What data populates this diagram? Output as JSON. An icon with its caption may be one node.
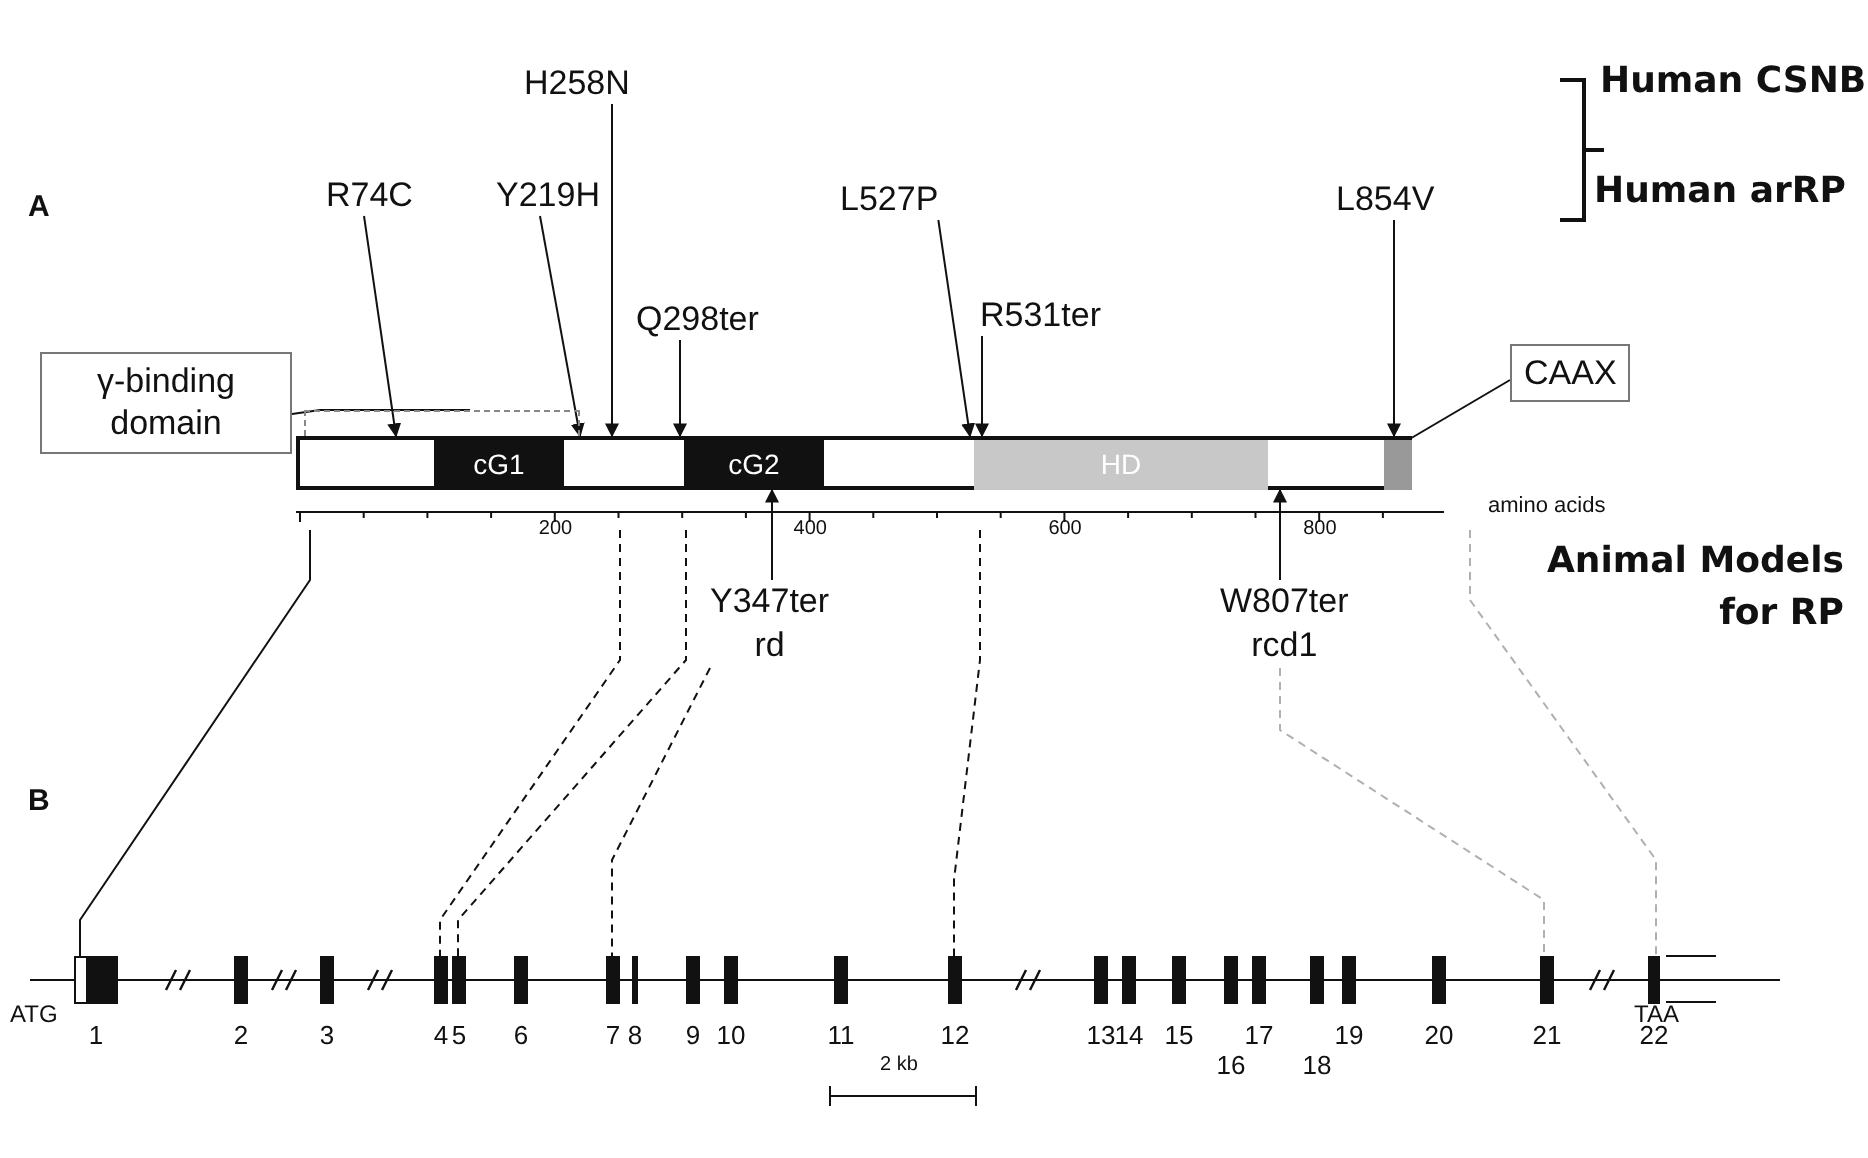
{
  "diagram": {
    "nodes": [
      {
        "text": [
          "R74C"
        ]
      },
      {
        "text": [
          "Y219H"
        ]
      },
      {
        "text": [
          "H258N"
        ]
      },
      {
        "text": [
          "Q298ter"
        ]
      },
      {
        "text": [
          "L527P"
        ]
      },
      {
        "text": [
          "R531ter"
        ]
      },
      {
        "text": [
          "L854V"
        ]
      },
      {
        "text": [
          "γ-binding domain"
        ]
      },
      {
        "text": [
          "CAAX"
        ]
      },
      {
        "text": [],
        "shape": "bar"
      },
      {
        "text": [
          "cG1"
        ],
        "in": 9
      },
      {
        "text": [
          "cG2"
        ],
        "in": 9
      },
      {
        "text": [
          "HD"
        ],
        "in": 9
      },
      {
        "text": [],
        "shape": "box",
        "in": 9
      },
      {
        "text": [
          "Y347ter",
          "rd"
        ]
      },
      {
        "text": [
          "W807ter",
          "rcd1"
        ]
      },
      {
        "text": [],
        "shape": "box",
        "beside": [
          "1"
        ]
      },
      {
        "text": [],
        "shape": "box",
        "beside": [
          "2"
        ]
      },
      {
        "text": [],
        "shape": "box",
        "beside": [
          "3"
        ]
      },
      {
        "text": [],
        "shape": "box",
        "beside": [
          "4"
        ]
      },
      {
        "text": [],
        "shape": "box",
        "beside": [
          "5"
        ]
      },
      {
        "text": [],
        "shape": "box",
        "beside": [
          "6"
        ]
      },
      {
        "text": [],
        "shape": "box",
        "beside": [
          "7"
        ]
      },
      {
        "text": [],
        "shape": "box",
        "beside": [
          "8"
        ]
      },
      {
        "text": [],
        "shape": "box",
        "beside": [
          "9"
        ]
      },
      {
        "text": [],
        "shape": "box",
        "beside": [
          "10"
        ]
      },
      {
        "text": [],
        "shape": "box",
        "beside": [
          "11"
        ]
      },
      {
        "text": [],
        "shape": "box",
        "beside": [
          "12"
        ]
      },
      {
        "text": [],
        "shape": "box",
        "beside": [
          "13"
        ]
      },
      {
        "text": [],
        "shape": "box",
        "beside": [
          "14"
        ]
      },
      {
        "text": [],
        "shape": "box",
        "beside": [
          "15"
        ]
      },
      {
        "text": [],
        "shape": "box",
        "beside": [
          "16"
        ]
      },
      {
        "text": [],
        "shape": "box",
        "beside": [
          "17"
        ]
      },
      {
        "text": [],
        "shape": "box",
        "beside": [
          "18"
        ]
      },
      {
        "text": [],
        "shape": "box",
        "beside": [
          "19"
        ]
      },
      {
        "text": [],
        "shape": "box",
        "beside": [
          "20"
        ]
      },
      {
        "text": [],
        "shape": "box",
        "beside": [
          "21"
        ]
      },
      {
        "text": [],
        "shape": "box",
        "beside": [
          "22"
        ]
      },
      {
        "text": [],
        "shape": "bracket"
      }
    ],
    "edges": [
      {
        "from": 0,
        "to": 9,
        "arrow": "to"
      },
      {
        "from": 1,
        "to": 9,
        "arrow": "to"
      },
      {
        "from": 2,
        "to": 9,
        "arrow": "to"
      },
      {
        "from": 3,
        "to": 9,
        "arrow": "to"
      },
      {
        "from": 4,
        "to": 9,
        "arrow": "to"
      },
      {
        "from": 5,
        "to": 9,
        "arrow": "to"
      },
      {
        "from": 6,
        "to": 9,
        "arrow": "to"
      },
      {
        "from": 7,
        "to": 38,
        "arrow": "none"
      },
      {
        "from": 8,
        "to": 13,
        "arrow": "none"
      },
      {
        "from": 14,
        "to": 9,
        "arrow": "to"
      },
      {
        "from": 15,
        "to": 9,
        "arrow": "to"
      },
      {
        "from": null,
        "to": 16,
        "arrow": "none"
      },
      {
        "from": null,
        "to": 19,
        "arrow": "none",
        "style": "dashed"
      },
      {
        "from": null,
        "to": 20,
        "arrow": "none",
        "style": "dashed"
      },
      {
        "from": 14,
        "to": 22,
        "arrow": "none",
        "style": "dashed"
      },
      {
        "from": null,
        "to": 27,
        "arrow": "none",
        "style": "dashed"
      },
      {
        "from": 15,
        "to": 36,
        "arrow": "none",
        "style": "dashed",
        "color": "#b0b0b0"
      },
      {
        "from": null,
        "to": 37,
        "arrow": "none",
        "style": "dashed",
        "color": "#b0b0b0"
      }
    ],
    "labels": [
      "Human CSNB",
      "A",
      "Human arRP",
      "200",
      "400",
      "600",
      "800",
      "amino acids",
      "Animal Models for RP",
      "B",
      "ATG",
      "TAA",
      "2 kb"
    ]
  }
}
